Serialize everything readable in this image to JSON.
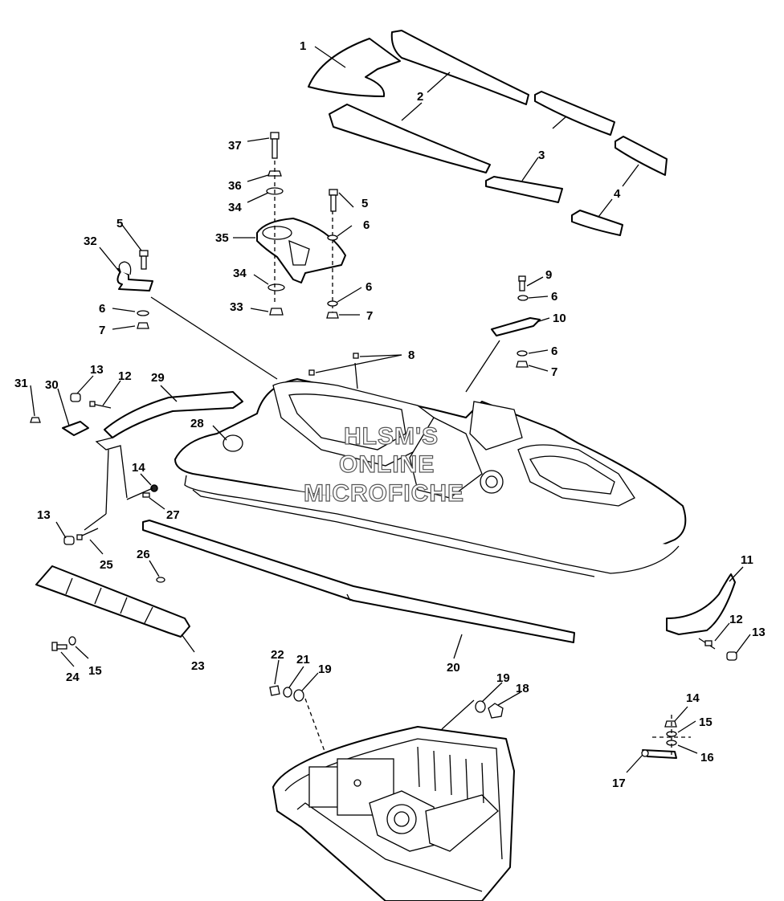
{
  "watermark": {
    "line1": "HLSM'S",
    "line2": "ONLINE",
    "line3": "MICROFICHE"
  },
  "callouts": {
    "c1": "1",
    "c2a": "2",
    "c2b": "2",
    "c3": "3",
    "c4": "4",
    "c37": "37",
    "c36": "36",
    "c34a": "34",
    "c35": "35",
    "c34b": "34",
    "c33": "33",
    "c5a": "5",
    "c6a": "6",
    "c6b": "6",
    "c7a": "7",
    "c5b": "5",
    "c32": "32",
    "c6c": "6",
    "c7b": "7",
    "c9": "9",
    "c6d": "6",
    "c10": "10",
    "c6e": "6",
    "c7c": "7",
    "c8": "8",
    "c31": "31",
    "c30": "30",
    "c13a": "13",
    "c12a": "12",
    "c29": "29",
    "c28": "28",
    "c14a": "14",
    "c27": "27",
    "c13b": "13",
    "c25": "25",
    "c26": "26",
    "c23": "23",
    "c24": "24",
    "c15a": "15",
    "c20": "20",
    "c11": "11",
    "c12b": "12",
    "c13c": "13",
    "c22": "22",
    "c21": "21",
    "c19a": "19",
    "c19b": "19",
    "c18": "18",
    "c14b": "14",
    "c15b": "15",
    "c16": "16",
    "c17": "17"
  }
}
